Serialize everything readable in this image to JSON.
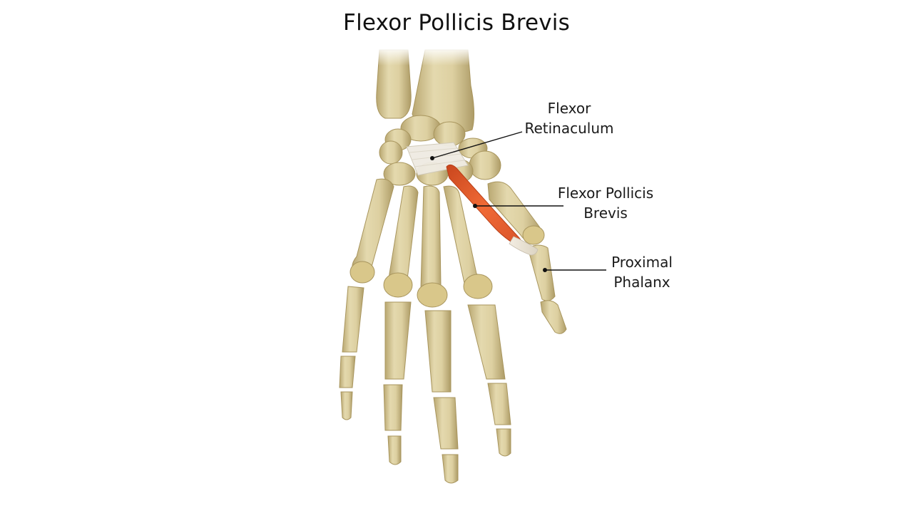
{
  "title": "Flexor Pollicis Brevis",
  "labels": {
    "retinaculum": {
      "line1": "Flexor",
      "line2": "Retinaculum"
    },
    "fpb": {
      "line1": "Flexor Pollicis",
      "line2": "Brevis"
    },
    "phalanx": {
      "line1": "Proximal",
      "line2": "Phalanx"
    }
  },
  "colors": {
    "background": "#ffffff",
    "bone": "#dccf9f",
    "bone_shadow": "#b9a771",
    "muscle": "#e0582a",
    "ligament": "#eeeae0",
    "leader_line": "#111111"
  }
}
